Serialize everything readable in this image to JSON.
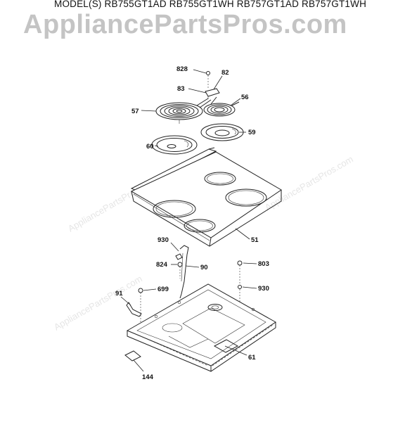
{
  "header": {
    "models": "MODEL(S) RB755GT1AD  RB755GT1WH  RB757GT1AD  RB757GT1WH",
    "watermark": "AppliancePartsPros.com"
  },
  "faint_watermarks": [
    "AppliancePartsPros.com",
    "AppliancePartsPros.com",
    "AppliancePartsPros.com"
  ],
  "callouts": {
    "c828": "828",
    "c82": "82",
    "c83": "83",
    "c56": "56",
    "c57": "57",
    "c59": "59",
    "c60": "60",
    "c51": "51",
    "c930a": "930",
    "c824": "824",
    "c90": "90",
    "c803": "803",
    "c930b": "930",
    "c91": "91",
    "c699": "699",
    "c61": "61",
    "c144": "144"
  }
}
